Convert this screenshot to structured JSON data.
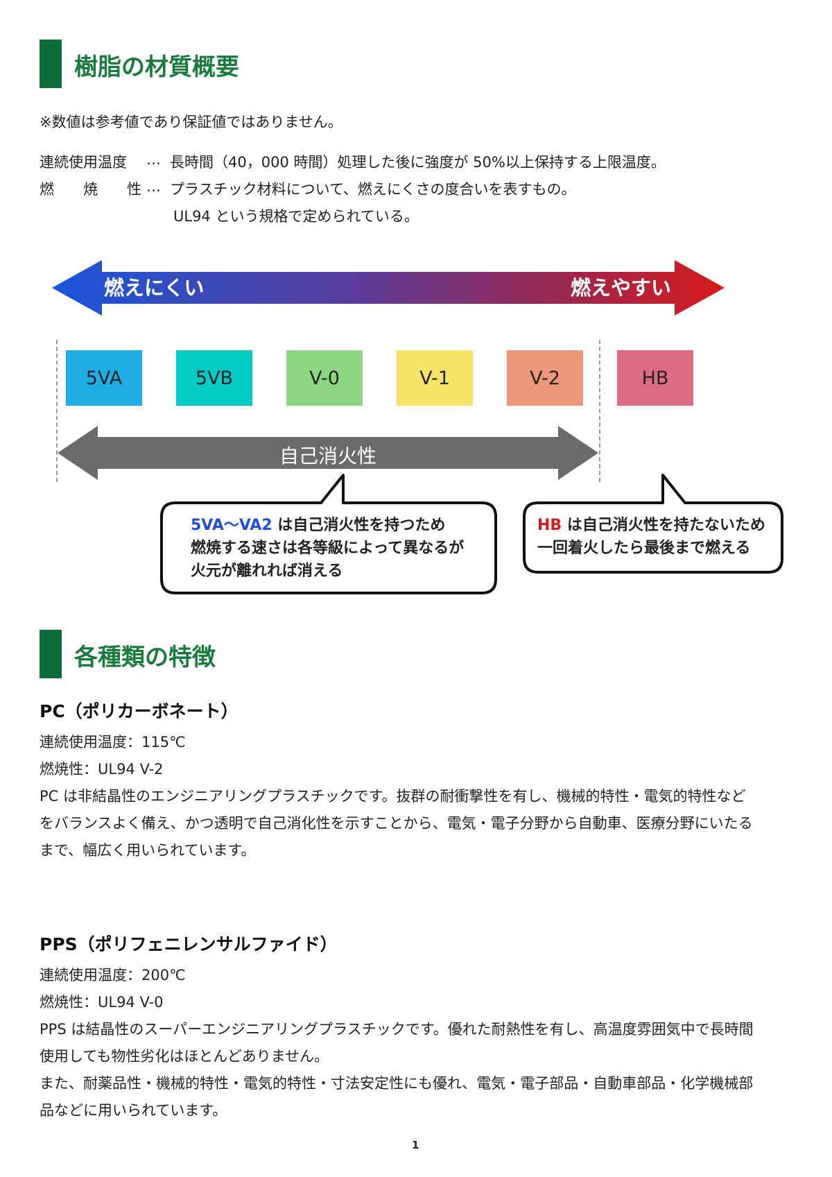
{
  "section1": {
    "title": "樹脂の材質概要",
    "note": "※数値は参考値であり保証値ではありません。",
    "definitions": [
      {
        "term": "連続使用温度",
        "sep": "…",
        "desc": "長時間（40，000 時間）処理した後に強度が 50%以上保持する上限温度。"
      },
      {
        "term": "燃　　焼　　性",
        "sep": "…",
        "desc": "プラスチック材料について、燃えにくさの度合いを表すもの。"
      }
    ],
    "definition_cont": "UL94 という規格で定められている。"
  },
  "flammability": {
    "arrow_left_label": "燃えにくい",
    "arrow_right_label": "燃えやすい",
    "grades": [
      {
        "label": "5VA",
        "color": "#1eaee3"
      },
      {
        "label": "5VB",
        "color": "#00ccc4"
      },
      {
        "label": "V-0",
        "color": "#8ed681"
      },
      {
        "label": "V-1",
        "color": "#f7e36a"
      },
      {
        "label": "V-2",
        "color": "#ec9779"
      },
      {
        "label": "HB",
        "color": "#dd6b83"
      }
    ],
    "self_extinguish_label": "自己消火性",
    "bubble_left": {
      "highlight": "5VA～VA2",
      "line1_rest": " は自己消火性を持つため",
      "line2": "燃焼する速さは各等級によって異なるが",
      "line3": "火元が離れれば消える"
    },
    "bubble_right": {
      "highlight": "HB",
      "line1_rest": " は自己消火性を持たないため",
      "line2": "一回着火したら最後まで燃える"
    }
  },
  "section2": {
    "title": "各種類の特徴",
    "products": [
      {
        "name": "PC（ポリカーボネート）",
        "lines": [
          "連続使用温度：115℃",
          "燃焼性：UL94 V-2",
          "PC は非結晶性のエンジニアリングプラスチックです。抜群の耐衝撃性を有し、機械的特性・電気的特性など",
          "をバランスよく備え、かつ透明で自己消化性を示すことから、電気・電子分野から自動車、医療分野にいたる",
          "まで、幅広く用いられています。"
        ]
      },
      {
        "name": "PPS（ポリフェニレンサルファイド）",
        "lines": [
          "連続使用温度：200℃",
          "燃焼性：UL94 V-0",
          "PPS は結晶性のスーパーエンジニアリングプラスチックです。優れた耐熱性を有し、高温度雰囲気中で長時間",
          "使用しても物性劣化はほとんどありません。",
          "また、耐薬品性・機械的特性・電気的特性・寸法安定性にも優れ、電気・電子部品・自動車部品・化学機械部",
          "品などに用いられています。"
        ]
      }
    ]
  },
  "page_number": "1"
}
